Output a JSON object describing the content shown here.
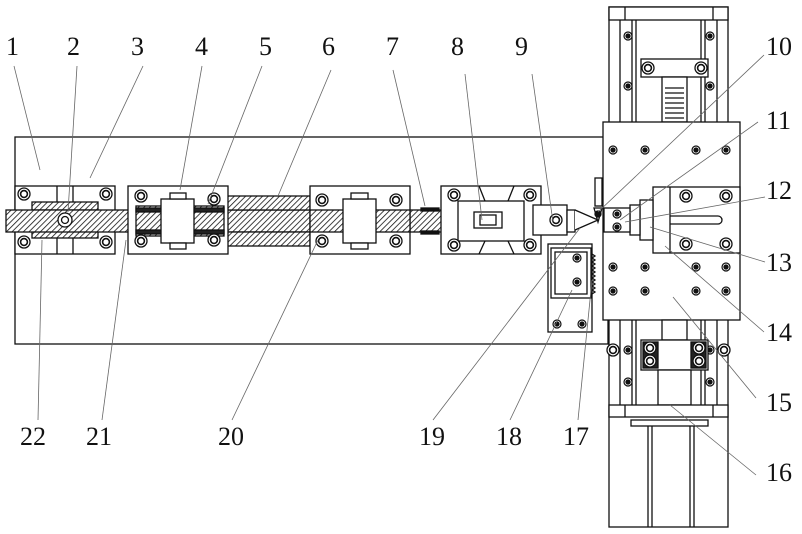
{
  "figure": {
    "type": "mechanical assembly drawing (top view)",
    "background_color": "#ffffff",
    "line_color": "#111111",
    "leader_color": "#555555"
  },
  "callouts": [
    {
      "id": "1",
      "label": "1"
    },
    {
      "id": "2",
      "label": "2"
    },
    {
      "id": "3",
      "label": "3"
    },
    {
      "id": "4",
      "label": "4"
    },
    {
      "id": "5",
      "label": "5"
    },
    {
      "id": "6",
      "label": "6"
    },
    {
      "id": "7",
      "label": "7"
    },
    {
      "id": "8",
      "label": "8"
    },
    {
      "id": "9",
      "label": "9"
    },
    {
      "id": "10",
      "label": "10"
    },
    {
      "id": "11",
      "label": "11"
    },
    {
      "id": "12",
      "label": "12"
    },
    {
      "id": "13",
      "label": "13"
    },
    {
      "id": "14",
      "label": "14"
    },
    {
      "id": "15",
      "label": "15"
    },
    {
      "id": "16",
      "label": "16"
    },
    {
      "id": "17",
      "label": "17"
    },
    {
      "id": "18",
      "label": "18"
    },
    {
      "id": "19",
      "label": "19"
    },
    {
      "id": "20",
      "label": "20"
    },
    {
      "id": "21",
      "label": "21"
    },
    {
      "id": "22",
      "label": "22"
    }
  ]
}
